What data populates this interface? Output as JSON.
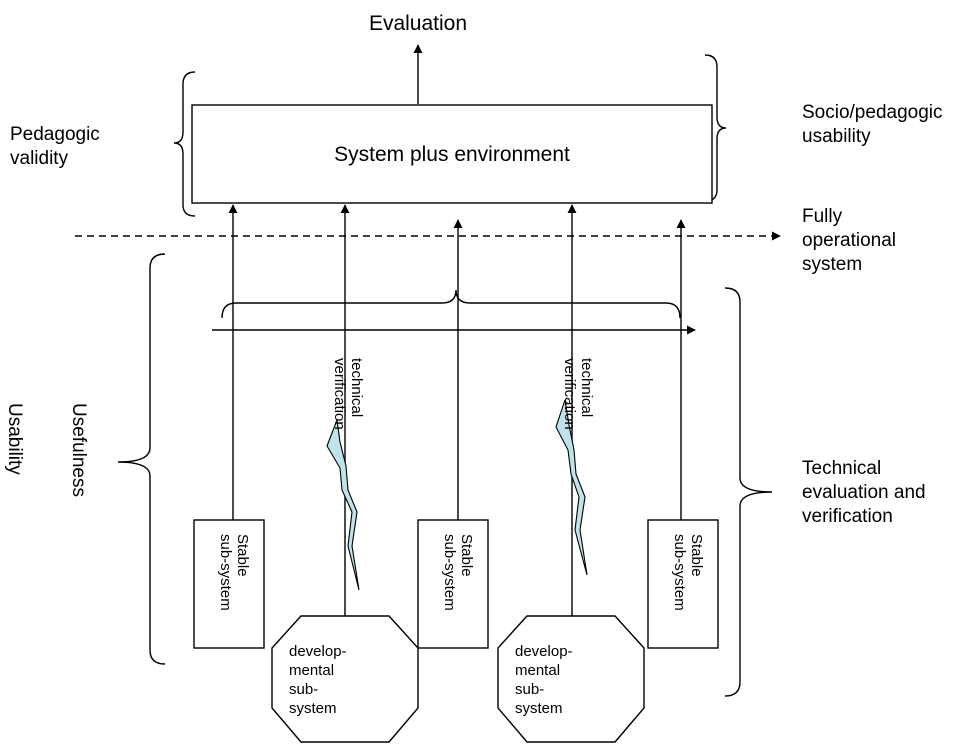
{
  "title_top": "Evaluation",
  "center_box": "System plus environment",
  "left_labels": {
    "pedagogic": [
      "Pedagogic",
      "validity"
    ],
    "usefulness": "Usefulness",
    "usability": "Usability"
  },
  "right_labels": {
    "socio": [
      "Socio/pedagogic",
      "usability"
    ],
    "fully": [
      "Fully",
      "operational",
      "system"
    ],
    "technical": [
      "Technical",
      "evaluation and",
      "verification"
    ]
  },
  "stable_box": [
    "Stable",
    "sub-system"
  ],
  "developmental": [
    "develop-",
    "mental",
    "sub-",
    "system"
  ],
  "verification_label": [
    "technical",
    "verification"
  ],
  "colors": {
    "bolt_fill": "#bfe3ea",
    "line": "#000000"
  }
}
